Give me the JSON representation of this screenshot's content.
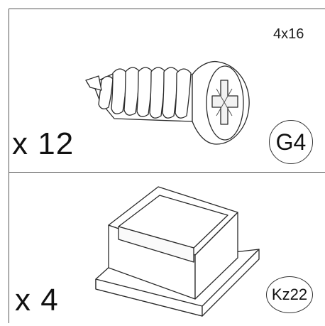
{
  "parts": [
    {
      "quantity": "x 12",
      "size": "4x16",
      "code": "G4",
      "icon": "screw-icon"
    },
    {
      "quantity": "x 4",
      "size": "",
      "code": "Kz22",
      "icon": "square-cap-icon"
    }
  ]
}
